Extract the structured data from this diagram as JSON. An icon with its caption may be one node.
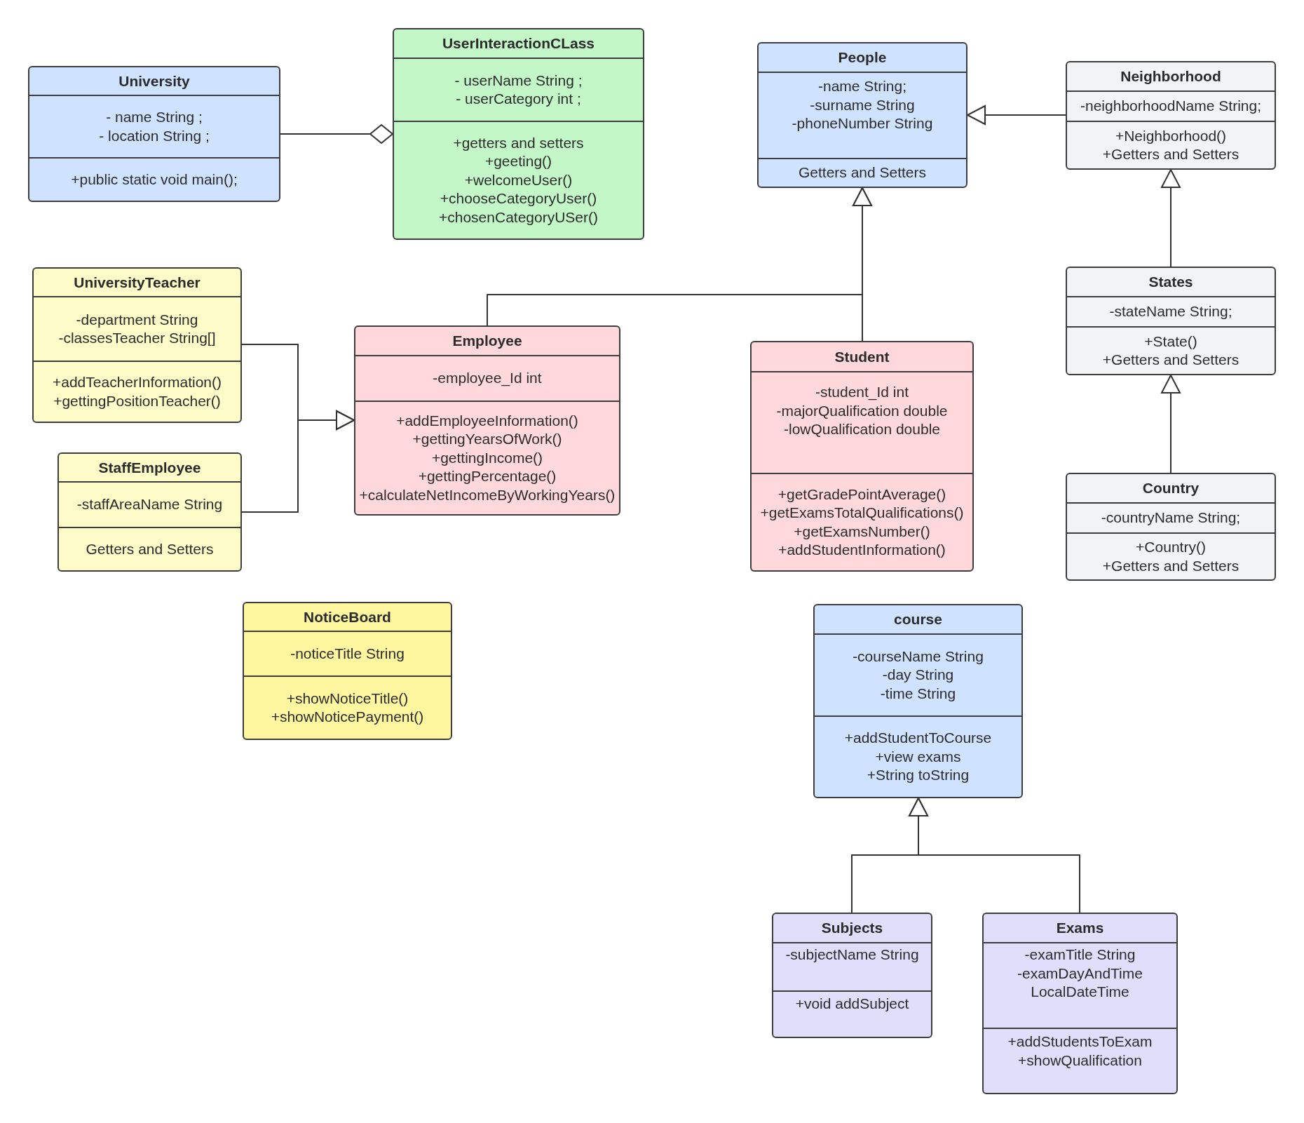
{
  "diagram": {
    "nodes": [
      {
        "text": [
          "University"
        ]
      },
      {
        "text": [
          "- name String ;",
          "- location String ;"
        ],
        "in": 0
      },
      {
        "text": [
          "+public static void main();"
        ],
        "in": 0
      },
      {
        "text": [
          "UserInteractionCLass"
        ]
      },
      {
        "text": [
          "- userName String ;",
          "- userCategory int ;"
        ],
        "in": 3
      },
      {
        "text": [
          "+getters and setters",
          "+geeting()",
          "+welcomeUser()",
          "+chooseCategoryUser()",
          "+chosenCategoryUSer()"
        ],
        "in": 3
      },
      {
        "text": [
          "People"
        ]
      },
      {
        "text": [
          "-name String;",
          "-surname String",
          "-phoneNumber String"
        ],
        "in": 6
      },
      {
        "text": [
          "Getters and Setters"
        ],
        "in": 6
      },
      {
        "text": [
          "Neighborhood"
        ]
      },
      {
        "text": [
          "-neighborhoodName String;"
        ],
        "in": 9
      },
      {
        "text": [
          "+Neighborhood()",
          "+Getters and Setters"
        ],
        "in": 9
      },
      {
        "text": [
          "UniversityTeacher"
        ]
      },
      {
        "text": [
          "-department String",
          "-classesTeacher String[]"
        ],
        "in": 12
      },
      {
        "text": [
          "+addTeacherInformation()",
          "+gettingPositionTeacher()"
        ],
        "in": 12
      },
      {
        "text": [
          "Employee"
        ]
      },
      {
        "text": [
          "-employee_Id int"
        ],
        "in": 15
      },
      {
        "text": [
          "+addEmployeeInformation()",
          "+gettingYearsOfWork()",
          "+gettingIncome()",
          "+gettingPercentage()",
          "+calculateNetIncomeByWorkingYears()"
        ],
        "in": 15
      },
      {
        "text": [
          "Student"
        ]
      },
      {
        "text": [
          "-student_Id int",
          "-majorQualification double",
          "-lowQualification double"
        ],
        "in": 18
      },
      {
        "text": [
          "+getGradePointAverage()",
          "+getExamsTotalQualifications()",
          "+getExamsNumber()",
          "+addStudentInformation()"
        ],
        "in": 18
      },
      {
        "text": [
          "States"
        ]
      },
      {
        "text": [
          "-stateName String;"
        ],
        "in": 21
      },
      {
        "text": [
          "+State()",
          "+Getters and Setters"
        ],
        "in": 21
      },
      {
        "text": [
          "StaffEmployee"
        ]
      },
      {
        "text": [
          "-staffAreaName String"
        ],
        "in": 24
      },
      {
        "text": [
          "Getters and Setters"
        ],
        "in": 24
      },
      {
        "text": [
          "Country"
        ]
      },
      {
        "text": [
          "-countryName String;"
        ],
        "in": 27
      },
      {
        "text": [
          "+Country()",
          "+Getters and Setters"
        ],
        "in": 27
      },
      {
        "text": [
          "NoticeBoard"
        ]
      },
      {
        "text": [
          "-noticeTitle String"
        ],
        "in": 30
      },
      {
        "text": [
          "+showNoticeTitle()",
          "+showNoticePayment()"
        ],
        "in": 30
      },
      {
        "text": [
          "course"
        ]
      },
      {
        "text": [
          "-courseName String",
          "-day String",
          "-time String"
        ],
        "in": 33
      },
      {
        "text": [
          "+addStudentToCourse",
          "+view exams",
          "+String toString"
        ],
        "in": 33
      },
      {
        "text": [
          "Subjects"
        ]
      },
      {
        "text": [
          "-subjectName String"
        ],
        "in": 36
      },
      {
        "text": [
          "+void addSubject"
        ],
        "in": 36
      },
      {
        "text": [
          "Exams"
        ]
      },
      {
        "text": [
          "-examTitle String",
          "-examDayAndTime LocalDateTime"
        ],
        "in": 39
      },
      {
        "text": [
          "+addStudentsToExam",
          "+showQualification"
        ],
        "in": 39
      }
    ],
    "edges": [
      {
        "from": 0,
        "to": 3,
        "arrow": "other"
      },
      {
        "from": 9,
        "to": 6,
        "arrow": "to"
      },
      {
        "from": 21,
        "to": 9,
        "arrow": "to"
      },
      {
        "from": 27,
        "to": 21,
        "arrow": "to"
      },
      {
        "from": 15,
        "to": 6,
        "arrow": "to"
      },
      {
        "from": 18,
        "to": 6,
        "arrow": "to"
      },
      {
        "from": 12,
        "to": 15,
        "arrow": "to"
      },
      {
        "from": 24,
        "to": 15,
        "arrow": "to"
      },
      {
        "from": 36,
        "to": 33,
        "arrow": "to"
      },
      {
        "from": 39,
        "to": 33,
        "arrow": "to"
      }
    ]
  }
}
